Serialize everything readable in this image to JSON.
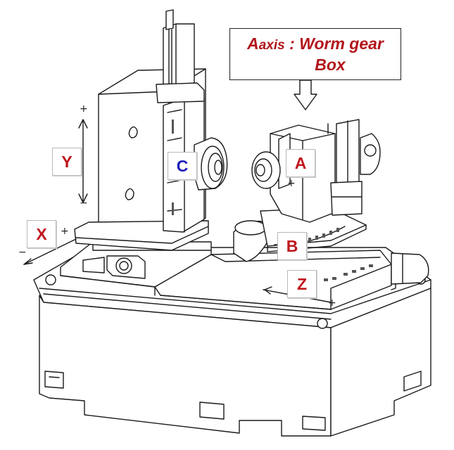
{
  "callout": {
    "axis_letter": "A",
    "axis_word": "axis",
    "separator": " : ",
    "line1_rest": "Worm gear",
    "line2": "Box",
    "text_color": "#b2141b"
  },
  "labels": {
    "y": {
      "text": "Y",
      "color": "#c0161e"
    },
    "x": {
      "text": "X",
      "color": "#c0161e"
    },
    "c": {
      "text": "C",
      "color": "#1f1fb8"
    },
    "a": {
      "text": "A",
      "color": "#c0161e"
    },
    "b": {
      "text": "B",
      "color": "#c0161e"
    },
    "z": {
      "text": "Z",
      "color": "#c0161e"
    }
  },
  "signs": {
    "y_plus": "+",
    "y_minus": "−",
    "x_plus": "+",
    "x_minus": "−",
    "z_plus": "+",
    "a_plus": "+"
  }
}
